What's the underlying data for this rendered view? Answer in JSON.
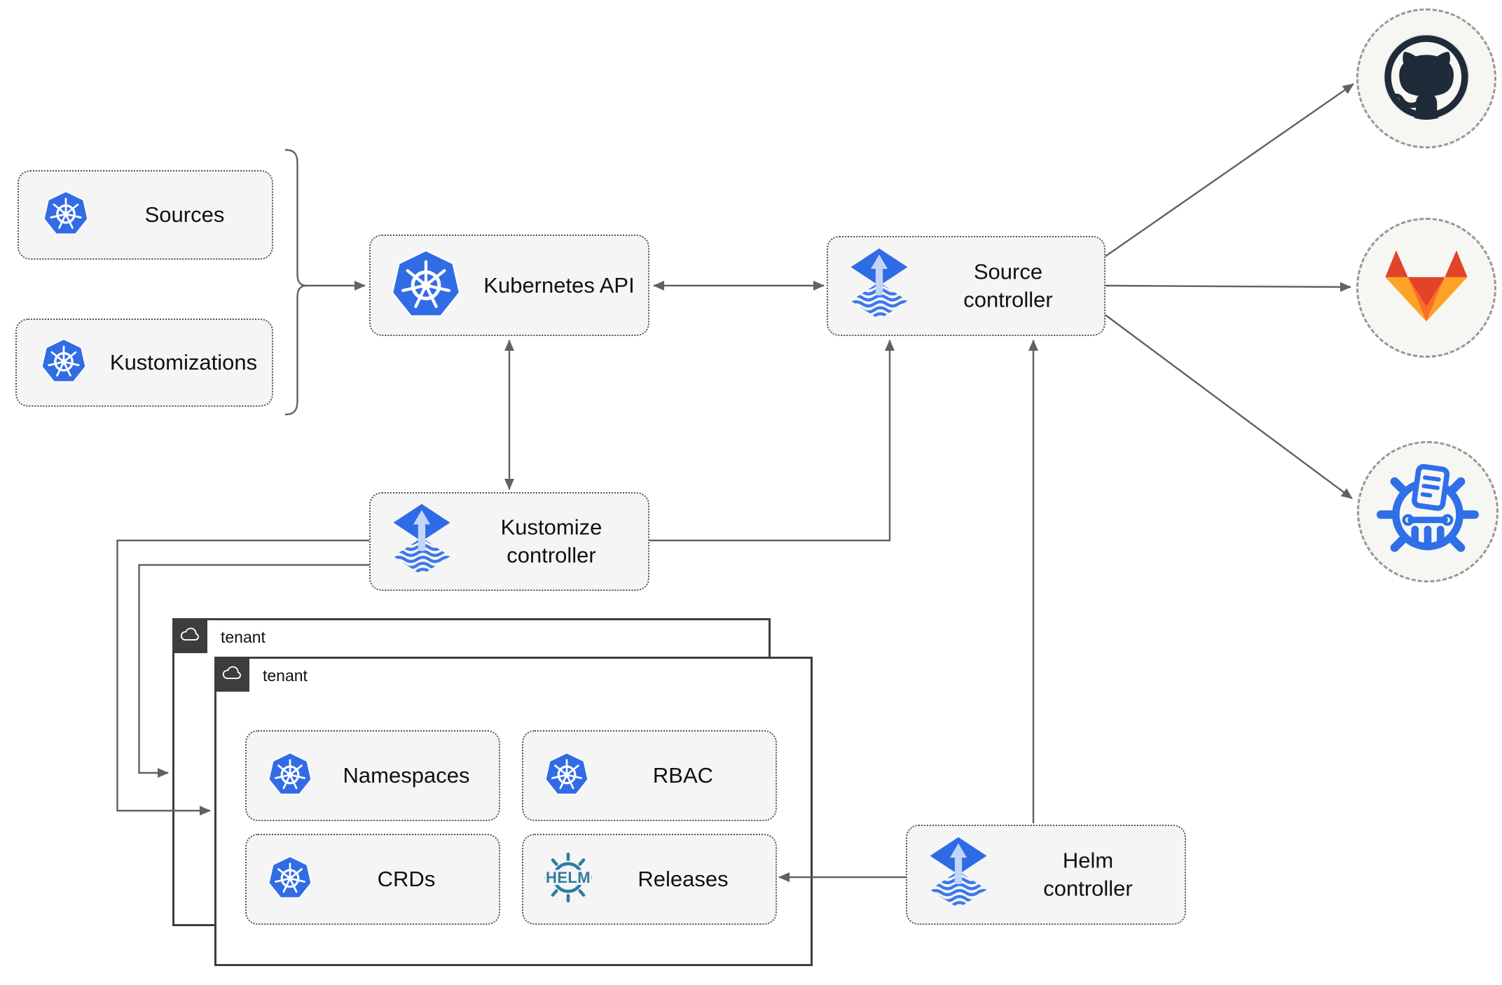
{
  "nodes": {
    "sources": {
      "label": "Sources"
    },
    "kustomizations": {
      "label": "Kustomizations"
    },
    "kubernetes_api": {
      "label": "Kubernetes API"
    },
    "source_controller": {
      "label": "Source controller"
    },
    "kustomize_controller": {
      "label": "Kustomize controller"
    },
    "helm_controller": {
      "label": "Helm controller"
    },
    "tenant_back": {
      "label": "tenant"
    },
    "tenant_front": {
      "label": "tenant"
    },
    "namespaces": {
      "label": "Namespaces"
    },
    "rbac": {
      "label": "RBAC"
    },
    "crds": {
      "label": "CRDs"
    },
    "releases": {
      "label": "Releases"
    }
  },
  "icons": {
    "kubernetes": "kubernetes-logo",
    "flux": "flux-logo",
    "helm": "helm-wheel-logo",
    "helm_wordmark": "HELM",
    "cloud": "cloud-icon",
    "github": "github-logo",
    "gitlab": "gitlab-logo",
    "chartmuseum": "chartmuseum-logo"
  },
  "colors": {
    "kubernetes_blue": "#326CE5",
    "flux_blue": "#2E6CE5",
    "flux_arrow_light": "#C2D5F9",
    "helm_teal": "#2E7D9D",
    "chartmuseum_blue": "#2F6FE8",
    "github_dark": "#1F2B38",
    "gitlab_red": "#E24329",
    "gitlab_orange": "#FC6D26",
    "gitlab_amber": "#FCA326",
    "arrow_gray": "#616161",
    "node_fill": "#F5F5F5",
    "node_border": "#565656",
    "tenant_border": "#3D3D3D",
    "circle_fill": "#F6F7F3",
    "circle_border": "#979797",
    "text": "#111111"
  }
}
